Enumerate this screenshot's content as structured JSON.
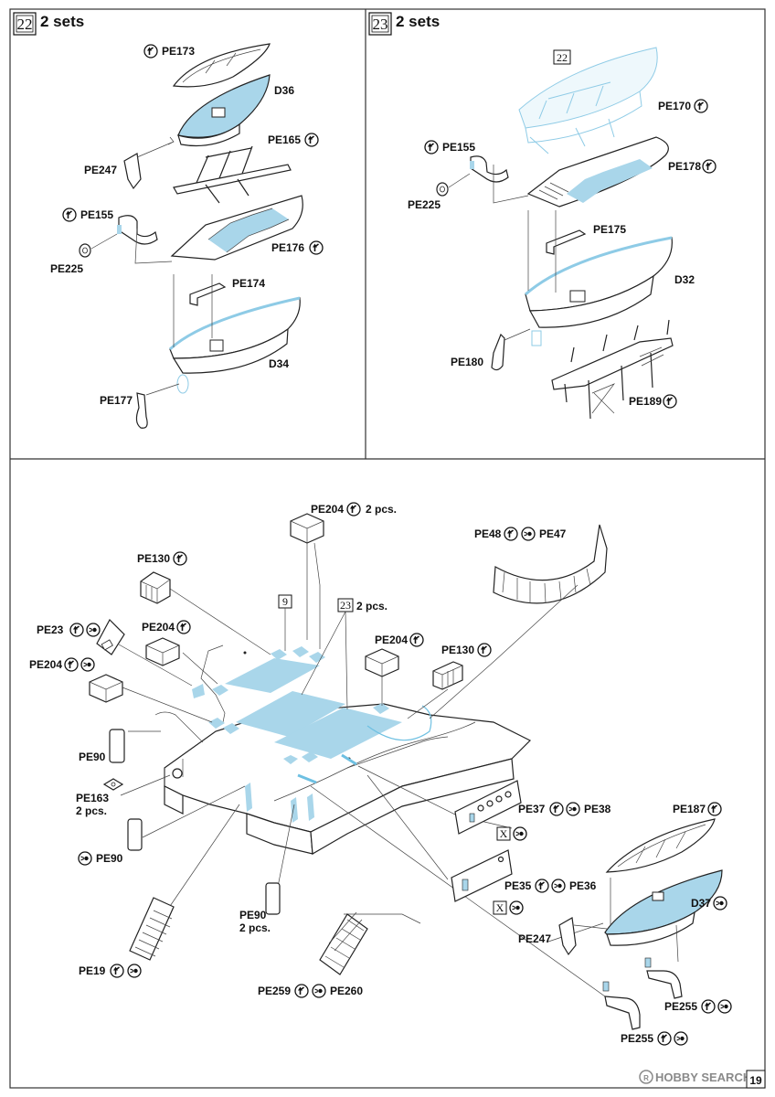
{
  "sections": {
    "s22": {
      "number": "22",
      "title": "2 sets"
    },
    "s23": {
      "number": "23",
      "title": "2 sets"
    }
  },
  "labels": {
    "s22": {
      "pe173": "PE173",
      "d36": "D36",
      "pe165": "PE165",
      "pe247": "PE247",
      "pe155": "PE155",
      "pe225": "PE225",
      "pe176": "PE176",
      "pe174": "PE174",
      "d34": "D34",
      "pe177": "PE177"
    },
    "s23": {
      "ghost": "22",
      "pe170": "PE170",
      "pe155": "PE155",
      "pe178": "PE178",
      "pe225": "PE225",
      "pe175": "PE175",
      "d32": "D32",
      "pe180": "PE180",
      "pe189": "PE189"
    },
    "main": {
      "pe204_top": "PE204",
      "pe204_top_qty": "2 pcs.",
      "pe48": "PE48",
      "pe47": "PE47",
      "pe130_left": "PE130",
      "ref9": "9",
      "ref23": "23",
      "ref23_qty": "2 pcs.",
      "pe23": "PE23",
      "pe204_a": "PE204",
      "pe204_b": "PE204",
      "pe204_c": "PE204",
      "pe130_right": "PE130",
      "pe90_a": "PE90",
      "pe163": "PE163",
      "pe163_qty": "2 pcs.",
      "pe90_b": "PE90",
      "pe90_c": "PE90",
      "pe90_c_qty": "2 pcs.",
      "pe19": "PE19",
      "pe259": "PE259",
      "pe260": "PE260",
      "pe37": "PE37",
      "pe38": "PE38",
      "x1": "X",
      "x2": "X",
      "pe35": "PE35",
      "pe36": "PE36",
      "pe187": "PE187",
      "d37": "D37",
      "pe247": "PE247",
      "pe255_a": "PE255",
      "pe255_b": "PE255"
    }
  },
  "footer": {
    "watermark": "HOBBY SEARCH",
    "page_number": "19"
  },
  "icons": [
    "fold-up-arrow-icon",
    "target-dot-icon"
  ],
  "colors": {
    "parts_blue": "#a9d6ea",
    "ghost_blue": "#8ecbe6",
    "ink": "#222222"
  }
}
